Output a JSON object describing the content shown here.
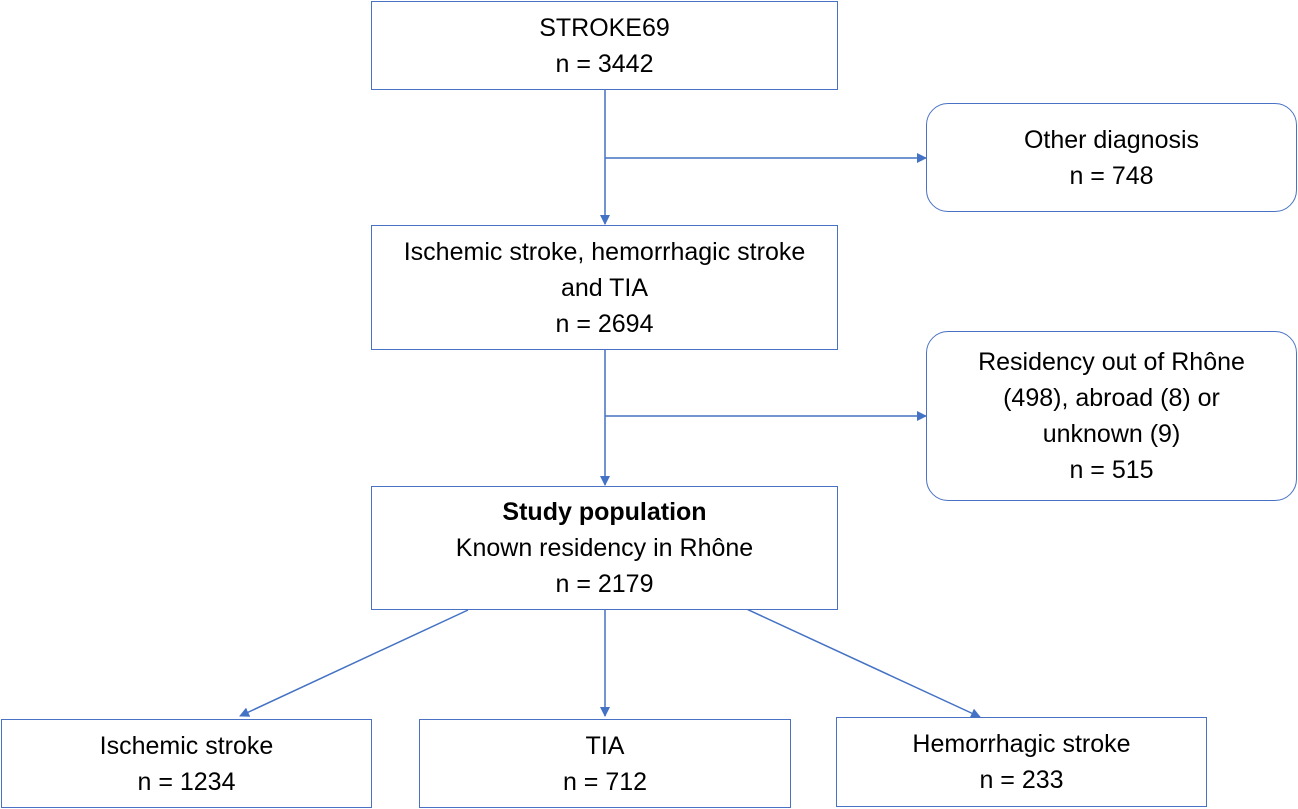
{
  "diagram": {
    "accent_color": "#4472C4",
    "boxes": {
      "stroke69": {
        "title": "STROKE69",
        "count": "n = 3442"
      },
      "other_diagnosis": {
        "title": "Other diagnosis",
        "count": "n = 748"
      },
      "stroke_tia": {
        "line1": "Ischemic stroke, hemorrhagic stroke",
        "line2": "and TIA",
        "count": "n = 2694"
      },
      "residency_excluded": {
        "line1": "Residency out of Rhône",
        "line2": "(498), abroad (8) or",
        "line3": "unknown (9)",
        "count": "n = 515"
      },
      "study_population": {
        "title": "Study population",
        "subtitle": "Known residency in Rhône",
        "count": "n = 2179"
      },
      "ischemic": {
        "title": "Ischemic stroke",
        "count": "n = 1234"
      },
      "tia": {
        "title": "TIA",
        "count": "n = 712"
      },
      "hemorrhagic": {
        "title": "Hemorrhagic stroke",
        "count": "n = 233"
      }
    }
  }
}
